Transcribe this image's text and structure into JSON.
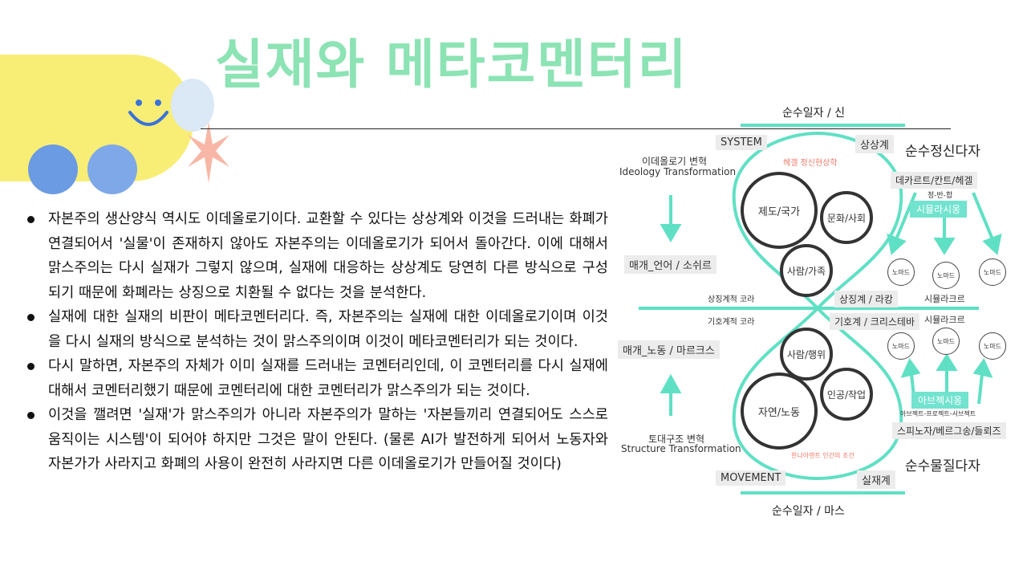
{
  "slide": {
    "title": "실재와 메타코멘터리",
    "title_color": "#8ce3b4",
    "bullets": [
      "자본주의 생산양식 역시도 이데올로기이다. 교환할 수 있다는 상상계와 이것을 드러내는 화폐가 연결되어서 '실물'이 존재하지 않아도 자본주의는 이데올로기가 되어서 돌아간다. 이에 대해서 맑스주의는 다시 실재가 그렇지 않으며, 실재에 대응하는 상상계도 당연히 다른 방식으로 구성되기 때문에 화폐라는 상징으로 치환될 수 없다는 것을 분석한다.",
      "실재에 대한 실재의 비판이 메타코멘터리다. 즉, 자본주의는 실재에 대한 이데올로기이며 이것을 다시 실재의 방식으로 분석하는 것이 맑스주의이며 이것이 메타코멘터리가 되는 것이다.",
      "다시 말하면, 자본주의 자체가 이미 실재를 드러내는 코멘터리인데, 이 코멘터리를 다시 실재에 대해서 코멘터리했기 때문에 코멘터리에 대한 코멘터리가 맑스주의가 되는 것이다.",
      "이것을 깰려면 '실재'가 맑스주의가 아니라 자본주의가 말하는 '자본들끼리 연결되어도 스스로 움직이는 시스템'이 되어야 하지만 그것은 말이 안된다. (물론 AI가 발전하게 되어서 노동자와 자본가가 사라지고 화폐의 사용이 완전히 사라지면 다른 이데올로기가 만들어질 것이다)"
    ]
  },
  "diagram": {
    "accent": "#5fe0c4",
    "top_label": "순수일자 / 신",
    "bottom_label": "순수일자 / 마스",
    "system": "SYSTEM",
    "imaginary": "상상계",
    "spirit": "순수정신다자",
    "matter": "순수물질다자",
    "ideology_ko": "이데올로기 변혁",
    "ideology_en": "Ideology Transformation",
    "structure_ko": "토대구조 변혁",
    "structure_en": "Structure Transformation",
    "hegel": "헤겔 정신현상학",
    "arendt": "한나아렌트 인간의 조건",
    "circle_state": "제도/국가",
    "circle_culture": "문화/사회",
    "circle_family": "사람/가족",
    "circle_act": "사람/행위",
    "circle_artifice": "인공/작업",
    "circle_nature": "자연/노동",
    "media_language": "매개_언어 / 소쉬르",
    "media_labor": "매개_노동 / 마르크스",
    "symbolic_kora": "상징계적 코라",
    "semiotic_kora": "기호계적 코라",
    "symbolic_lacan": "상징계 / 라캉",
    "semiotic_kristeva": "기호계 / 크리스테바",
    "descartes": "데카르트/칸트/헤겔",
    "thesis": "정-반-합",
    "simulation": "시뮬라시옹",
    "simulacre_top": "시뮬라크르",
    "simulacre_bottom": "시뮬라크르",
    "nomad": "노마드",
    "abject": "아브젝시옹",
    "abject_sub": "아브젝트-프로젝트-서브젝트",
    "spinoza": "스피노자/베르그송/들뢰즈",
    "movement": "MOVEMENT",
    "real": "실재계"
  }
}
